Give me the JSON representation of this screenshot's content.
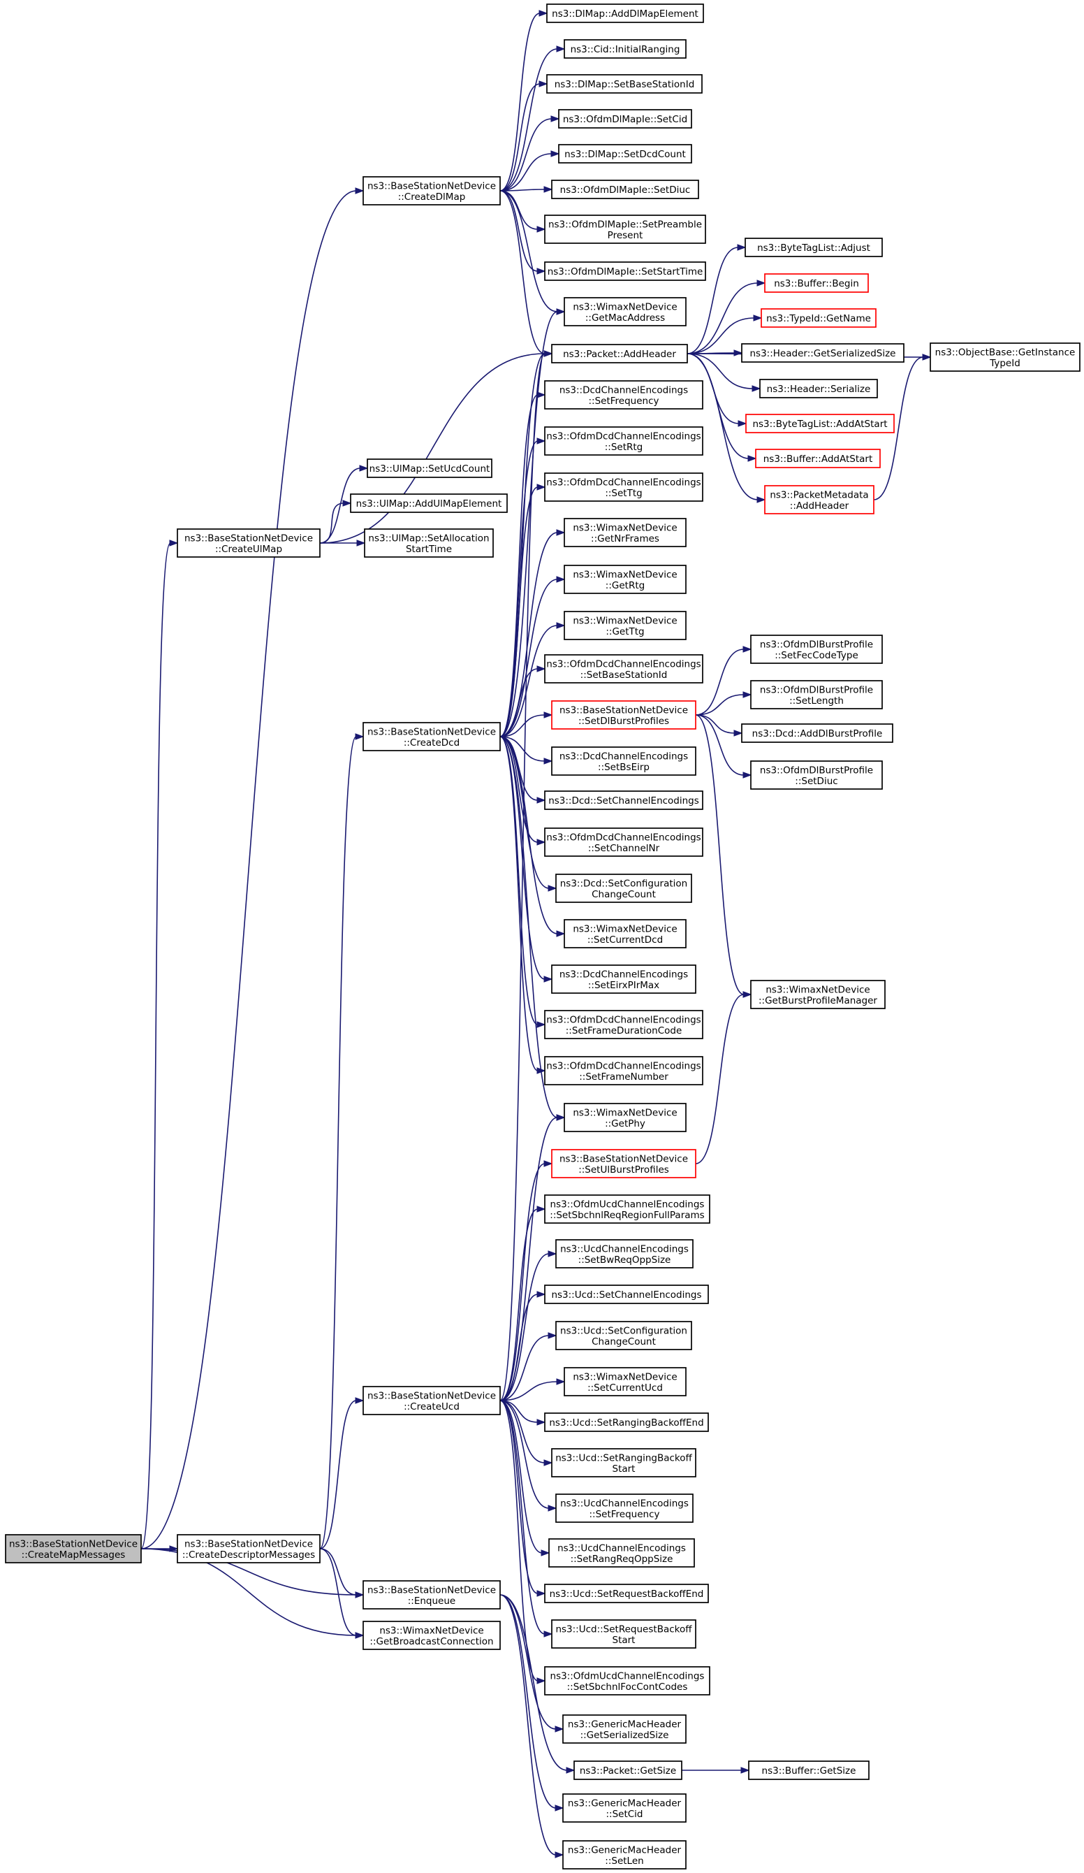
{
  "diagram": {
    "type": "call-graph",
    "colors": {
      "edge": "#191970",
      "link_node_border": "#000000",
      "truncated_node_border": "#ff0000",
      "root_fill": "#bfbfbf"
    },
    "nodes": [
      {
        "id": "root",
        "lines": [
          "ns3::BaseStationNetDevice",
          "::CreateMapMessages"
        ],
        "style": "root"
      },
      {
        "id": "createDescriptorMessages",
        "lines": [
          "ns3::BaseStationNetDevice",
          "::CreateDescriptorMessages"
        ],
        "style": "normal"
      },
      {
        "id": "createDlMap",
        "lines": [
          "ns3::BaseStationNetDevice",
          "::CreateDlMap"
        ],
        "style": "normal"
      },
      {
        "id": "createUlMap",
        "lines": [
          "ns3::BaseStationNetDevice",
          "::CreateUlMap"
        ],
        "style": "normal"
      },
      {
        "id": "createDcd",
        "lines": [
          "ns3::BaseStationNetDevice",
          "::CreateDcd"
        ],
        "style": "normal"
      },
      {
        "id": "createUcd",
        "lines": [
          "ns3::BaseStationNetDevice",
          "::CreateUcd"
        ],
        "style": "normal"
      },
      {
        "id": "enqueue",
        "lines": [
          "ns3::BaseStationNetDevice",
          "::Enqueue"
        ],
        "style": "normal"
      },
      {
        "id": "getBroadcastConnection",
        "lines": [
          "ns3::WimaxNetDevice",
          "::GetBroadcastConnection"
        ],
        "style": "normal"
      },
      {
        "id": "dlAddElem",
        "lines": [
          "ns3::DlMap::AddDlMapElement"
        ],
        "style": "normal"
      },
      {
        "id": "cidInitRanging",
        "lines": [
          "ns3::Cid::InitialRanging"
        ],
        "style": "normal"
      },
      {
        "id": "dlSetBsId",
        "lines": [
          "ns3::DlMap::SetBaseStationId"
        ],
        "style": "normal"
      },
      {
        "id": "ofdmDlSetCid",
        "lines": [
          "ns3::OfdmDlMapIe::SetCid"
        ],
        "style": "normal"
      },
      {
        "id": "dlSetDcdCount",
        "lines": [
          "ns3::DlMap::SetDcdCount"
        ],
        "style": "normal"
      },
      {
        "id": "ofdmDlSetDiuc",
        "lines": [
          "ns3::OfdmDlMapIe::SetDiuc"
        ],
        "style": "normal"
      },
      {
        "id": "ofdmDlSetPreamble",
        "lines": [
          "ns3::OfdmDlMapIe::SetPreamble",
          "Present"
        ],
        "style": "normal"
      },
      {
        "id": "ofdmDlSetStartTime",
        "lines": [
          "ns3::OfdmDlMapIe::SetStartTime"
        ],
        "style": "normal"
      },
      {
        "id": "getMacAddress",
        "lines": [
          "ns3::WimaxNetDevice",
          "::GetMacAddress"
        ],
        "style": "normal"
      },
      {
        "id": "packetAddHeader",
        "lines": [
          "ns3::Packet::AddHeader"
        ],
        "style": "normal"
      },
      {
        "id": "byteTagAdjust",
        "lines": [
          "ns3::ByteTagList::Adjust"
        ],
        "style": "normal"
      },
      {
        "id": "bufferBegin",
        "lines": [
          "ns3::Buffer::Begin"
        ],
        "style": "red"
      },
      {
        "id": "typeIdGetName",
        "lines": [
          "ns3::TypeId::GetName"
        ],
        "style": "red"
      },
      {
        "id": "headerGetSerSize",
        "lines": [
          "ns3::Header::GetSerializedSize"
        ],
        "style": "normal"
      },
      {
        "id": "headerSerialize",
        "lines": [
          "ns3::Header::Serialize"
        ],
        "style": "normal"
      },
      {
        "id": "byteTagAddAtStart",
        "lines": [
          "ns3::ByteTagList::AddAtStart"
        ],
        "style": "red"
      },
      {
        "id": "bufferAddAtStart",
        "lines": [
          "ns3::Buffer::AddAtStart"
        ],
        "style": "red"
      },
      {
        "id": "pktMetaAddHeader",
        "lines": [
          "ns3::PacketMetadata",
          "::AddHeader"
        ],
        "style": "red"
      },
      {
        "id": "objGetInstTypeId",
        "lines": [
          "ns3::ObjectBase::GetInstance",
          "TypeId"
        ],
        "style": "normal"
      },
      {
        "id": "ulSetUcdCount",
        "lines": [
          "ns3::UlMap::SetUcdCount"
        ],
        "style": "normal"
      },
      {
        "id": "ulAddElem",
        "lines": [
          "ns3::UlMap::AddUlMapElement"
        ],
        "style": "normal"
      },
      {
        "id": "ulSetAllocStart",
        "lines": [
          "ns3::UlMap::SetAllocation",
          "StartTime"
        ],
        "style": "normal"
      },
      {
        "id": "dcdEncSetFreq",
        "lines": [
          "ns3::DcdChannelEncodings",
          "::SetFrequency"
        ],
        "style": "normal"
      },
      {
        "id": "ofdmDcdSetRtg",
        "lines": [
          "ns3::OfdmDcdChannelEncodings",
          "::SetRtg"
        ],
        "style": "normal"
      },
      {
        "id": "ofdmDcdSetTtg",
        "lines": [
          "ns3::OfdmDcdChannelEncodings",
          "::SetTtg"
        ],
        "style": "normal"
      },
      {
        "id": "getNrFrames",
        "lines": [
          "ns3::WimaxNetDevice",
          "::GetNrFrames"
        ],
        "style": "normal"
      },
      {
        "id": "getRtg",
        "lines": [
          "ns3::WimaxNetDevice",
          "::GetRtg"
        ],
        "style": "normal"
      },
      {
        "id": "getTtg",
        "lines": [
          "ns3::WimaxNetDevice",
          "::GetTtg"
        ],
        "style": "normal"
      },
      {
        "id": "ofdmDcdSetBsId",
        "lines": [
          "ns3::OfdmDcdChannelEncodings",
          "::SetBaseStationId"
        ],
        "style": "normal"
      },
      {
        "id": "setDlBurstProfiles",
        "lines": [
          "ns3::BaseStationNetDevice",
          "::SetDlBurstProfiles"
        ],
        "style": "red"
      },
      {
        "id": "dcdEncSetBsEirp",
        "lines": [
          "ns3::DcdChannelEncodings",
          "::SetBsEirp"
        ],
        "style": "normal"
      },
      {
        "id": "dcdSetChanEnc",
        "lines": [
          "ns3::Dcd::SetChannelEncodings"
        ],
        "style": "normal"
      },
      {
        "id": "ofdmDcdSetChanNr",
        "lines": [
          "ns3::OfdmDcdChannelEncodings",
          "::SetChannelNr"
        ],
        "style": "normal"
      },
      {
        "id": "dcdSetConfChange",
        "lines": [
          "ns3::Dcd::SetConfiguration",
          "ChangeCount"
        ],
        "style": "normal"
      },
      {
        "id": "setCurrentDcd",
        "lines": [
          "ns3::WimaxNetDevice",
          "::SetCurrentDcd"
        ],
        "style": "normal"
      },
      {
        "id": "dcdEncSetEirx",
        "lines": [
          "ns3::DcdChannelEncodings",
          "::SetEirxPIrMax"
        ],
        "style": "normal"
      },
      {
        "id": "ofdmDcdSetFrameDur",
        "lines": [
          "ns3::OfdmDcdChannelEncodings",
          "::SetFrameDurationCode"
        ],
        "style": "normal"
      },
      {
        "id": "ofdmDcdSetFrameNum",
        "lines": [
          "ns3::OfdmDcdChannelEncodings",
          "::SetFrameNumber"
        ],
        "style": "normal"
      },
      {
        "id": "dlBpSetFec",
        "lines": [
          "ns3::OfdmDlBurstProfile",
          "::SetFecCodeType"
        ],
        "style": "normal"
      },
      {
        "id": "dlBpSetLength",
        "lines": [
          "ns3::OfdmDlBurstProfile",
          "::SetLength"
        ],
        "style": "normal"
      },
      {
        "id": "dcdAddDlBp",
        "lines": [
          "ns3::Dcd::AddDlBurstProfile"
        ],
        "style": "normal"
      },
      {
        "id": "dlBpSetDiuc",
        "lines": [
          "ns3::OfdmDlBurstProfile",
          "::SetDiuc"
        ],
        "style": "normal"
      },
      {
        "id": "getBpManager",
        "lines": [
          "ns3::WimaxNetDevice",
          "::GetBurstProfileManager"
        ],
        "style": "normal"
      },
      {
        "id": "getPhy",
        "lines": [
          "ns3::WimaxNetDevice",
          "::GetPhy"
        ],
        "style": "normal"
      },
      {
        "id": "setUlBurstProfiles",
        "lines": [
          "ns3::BaseStationNetDevice",
          "::SetUlBurstProfiles"
        ],
        "style": "red"
      },
      {
        "id": "ofdmUcdSetSbchnlReq",
        "lines": [
          "ns3::OfdmUcdChannelEncodings",
          "::SetSbchnlReqRegionFullParams"
        ],
        "style": "normal"
      },
      {
        "id": "ucdEncSetBwReq",
        "lines": [
          "ns3::UcdChannelEncodings",
          "::SetBwReqOppSize"
        ],
        "style": "normal"
      },
      {
        "id": "ucdSetChanEnc",
        "lines": [
          "ns3::Ucd::SetChannelEncodings"
        ],
        "style": "normal"
      },
      {
        "id": "ucdSetConfChange",
        "lines": [
          "ns3::Ucd::SetConfiguration",
          "ChangeCount"
        ],
        "style": "normal"
      },
      {
        "id": "setCurrentUcd",
        "lines": [
          "ns3::WimaxNetDevice",
          "::SetCurrentUcd"
        ],
        "style": "normal"
      },
      {
        "id": "ucdSetRangBackEnd",
        "lines": [
          "ns3::Ucd::SetRangingBackoffEnd"
        ],
        "style": "normal"
      },
      {
        "id": "ucdSetRangBackStart",
        "lines": [
          "ns3::Ucd::SetRangingBackoff",
          "Start"
        ],
        "style": "normal"
      },
      {
        "id": "ucdEncSetFreq",
        "lines": [
          "ns3::UcdChannelEncodings",
          "::SetFrequency"
        ],
        "style": "normal"
      },
      {
        "id": "ucdEncSetRangReq",
        "lines": [
          "ns3::UcdChannelEncodings",
          "::SetRangReqOppSize"
        ],
        "style": "normal"
      },
      {
        "id": "ucdSetReqBackEnd",
        "lines": [
          "ns3::Ucd::SetRequestBackoffEnd"
        ],
        "style": "normal"
      },
      {
        "id": "ucdSetReqBackStart",
        "lines": [
          "ns3::Ucd::SetRequestBackoff",
          "Start"
        ],
        "style": "normal"
      },
      {
        "id": "ofdmUcdSetSbchnlFoc",
        "lines": [
          "ns3::OfdmUcdChannelEncodings",
          "::SetSbchnlFocContCodes"
        ],
        "style": "normal"
      },
      {
        "id": "gmhGetSerSize",
        "lines": [
          "ns3::GenericMacHeader",
          "::GetSerializedSize"
        ],
        "style": "normal"
      },
      {
        "id": "packetGetSize",
        "lines": [
          "ns3::Packet::GetSize"
        ],
        "style": "normal"
      },
      {
        "id": "bufferGetSize",
        "lines": [
          "ns3::Buffer::GetSize"
        ],
        "style": "normal"
      },
      {
        "id": "gmhSetCid",
        "lines": [
          "ns3::GenericMacHeader",
          "::SetCid"
        ],
        "style": "normal"
      },
      {
        "id": "gmhSetLen",
        "lines": [
          "ns3::GenericMacHeader",
          "::SetLen"
        ],
        "style": "normal"
      }
    ],
    "edges": [
      [
        "root",
        "createDlMap"
      ],
      [
        "root",
        "createUlMap"
      ],
      [
        "root",
        "createDescriptorMessages"
      ],
      [
        "root",
        "enqueue"
      ],
      [
        "root",
        "getBroadcastConnection"
      ],
      [
        "createDescriptorMessages",
        "createDcd"
      ],
      [
        "createDescriptorMessages",
        "createUcd"
      ],
      [
        "createDescriptorMessages",
        "enqueue"
      ],
      [
        "createDescriptorMessages",
        "getBroadcastConnection"
      ],
      [
        "createDlMap",
        "dlAddElem"
      ],
      [
        "createDlMap",
        "cidInitRanging"
      ],
      [
        "createDlMap",
        "dlSetBsId"
      ],
      [
        "createDlMap",
        "ofdmDlSetCid"
      ],
      [
        "createDlMap",
        "dlSetDcdCount"
      ],
      [
        "createDlMap",
        "ofdmDlSetDiuc"
      ],
      [
        "createDlMap",
        "ofdmDlSetPreamble"
      ],
      [
        "createDlMap",
        "ofdmDlSetStartTime"
      ],
      [
        "createDlMap",
        "getMacAddress"
      ],
      [
        "createDlMap",
        "packetAddHeader"
      ],
      [
        "createUlMap",
        "ulSetUcdCount"
      ],
      [
        "createUlMap",
        "ulAddElem"
      ],
      [
        "createUlMap",
        "ulSetAllocStart"
      ],
      [
        "createUlMap",
        "packetAddHeader"
      ],
      [
        "packetAddHeader",
        "byteTagAdjust"
      ],
      [
        "packetAddHeader",
        "bufferBegin"
      ],
      [
        "packetAddHeader",
        "typeIdGetName"
      ],
      [
        "packetAddHeader",
        "headerGetSerSize"
      ],
      [
        "packetAddHeader",
        "headerSerialize"
      ],
      [
        "packetAddHeader",
        "byteTagAddAtStart"
      ],
      [
        "packetAddHeader",
        "bufferAddAtStart"
      ],
      [
        "packetAddHeader",
        "pktMetaAddHeader"
      ],
      [
        "packetAddHeader",
        "objGetInstTypeId"
      ],
      [
        "pktMetaAddHeader",
        "objGetInstTypeId"
      ],
      [
        "createDcd",
        "getMacAddress"
      ],
      [
        "createDcd",
        "packetAddHeader"
      ],
      [
        "createDcd",
        "dcdEncSetFreq"
      ],
      [
        "createDcd",
        "ofdmDcdSetRtg"
      ],
      [
        "createDcd",
        "ofdmDcdSetTtg"
      ],
      [
        "createDcd",
        "getNrFrames"
      ],
      [
        "createDcd",
        "getRtg"
      ],
      [
        "createDcd",
        "getTtg"
      ],
      [
        "createDcd",
        "ofdmDcdSetBsId"
      ],
      [
        "createDcd",
        "setDlBurstProfiles"
      ],
      [
        "createDcd",
        "dcdEncSetBsEirp"
      ],
      [
        "createDcd",
        "dcdSetChanEnc"
      ],
      [
        "createDcd",
        "ofdmDcdSetChanNr"
      ],
      [
        "createDcd",
        "dcdSetConfChange"
      ],
      [
        "createDcd",
        "setCurrentDcd"
      ],
      [
        "createDcd",
        "dcdEncSetEirx"
      ],
      [
        "createDcd",
        "ofdmDcdSetFrameDur"
      ],
      [
        "createDcd",
        "ofdmDcdSetFrameNum"
      ],
      [
        "createDcd",
        "getPhy"
      ],
      [
        "setDlBurstProfiles",
        "dlBpSetFec"
      ],
      [
        "setDlBurstProfiles",
        "dlBpSetLength"
      ],
      [
        "setDlBurstProfiles",
        "dcdAddDlBp"
      ],
      [
        "setDlBurstProfiles",
        "dlBpSetDiuc"
      ],
      [
        "setDlBurstProfiles",
        "getBpManager"
      ],
      [
        "setUlBurstProfiles",
        "getBpManager"
      ],
      [
        "createUcd",
        "packetAddHeader"
      ],
      [
        "createUcd",
        "getPhy"
      ],
      [
        "createUcd",
        "setUlBurstProfiles"
      ],
      [
        "createUcd",
        "ofdmUcdSetSbchnlReq"
      ],
      [
        "createUcd",
        "ucdEncSetBwReq"
      ],
      [
        "createUcd",
        "ucdSetChanEnc"
      ],
      [
        "createUcd",
        "ucdSetConfChange"
      ],
      [
        "createUcd",
        "setCurrentUcd"
      ],
      [
        "createUcd",
        "ucdSetRangBackEnd"
      ],
      [
        "createUcd",
        "ucdSetRangBackStart"
      ],
      [
        "createUcd",
        "ucdEncSetFreq"
      ],
      [
        "createUcd",
        "ucdEncSetRangReq"
      ],
      [
        "createUcd",
        "ucdSetReqBackEnd"
      ],
      [
        "createUcd",
        "ucdSetReqBackStart"
      ],
      [
        "createUcd",
        "ofdmUcdSetSbchnlFoc"
      ],
      [
        "enqueue",
        "gmhGetSerSize"
      ],
      [
        "enqueue",
        "packetGetSize"
      ],
      [
        "enqueue",
        "gmhSetCid"
      ],
      [
        "enqueue",
        "gmhSetLen"
      ],
      [
        "packetGetSize",
        "bufferGetSize"
      ]
    ]
  }
}
